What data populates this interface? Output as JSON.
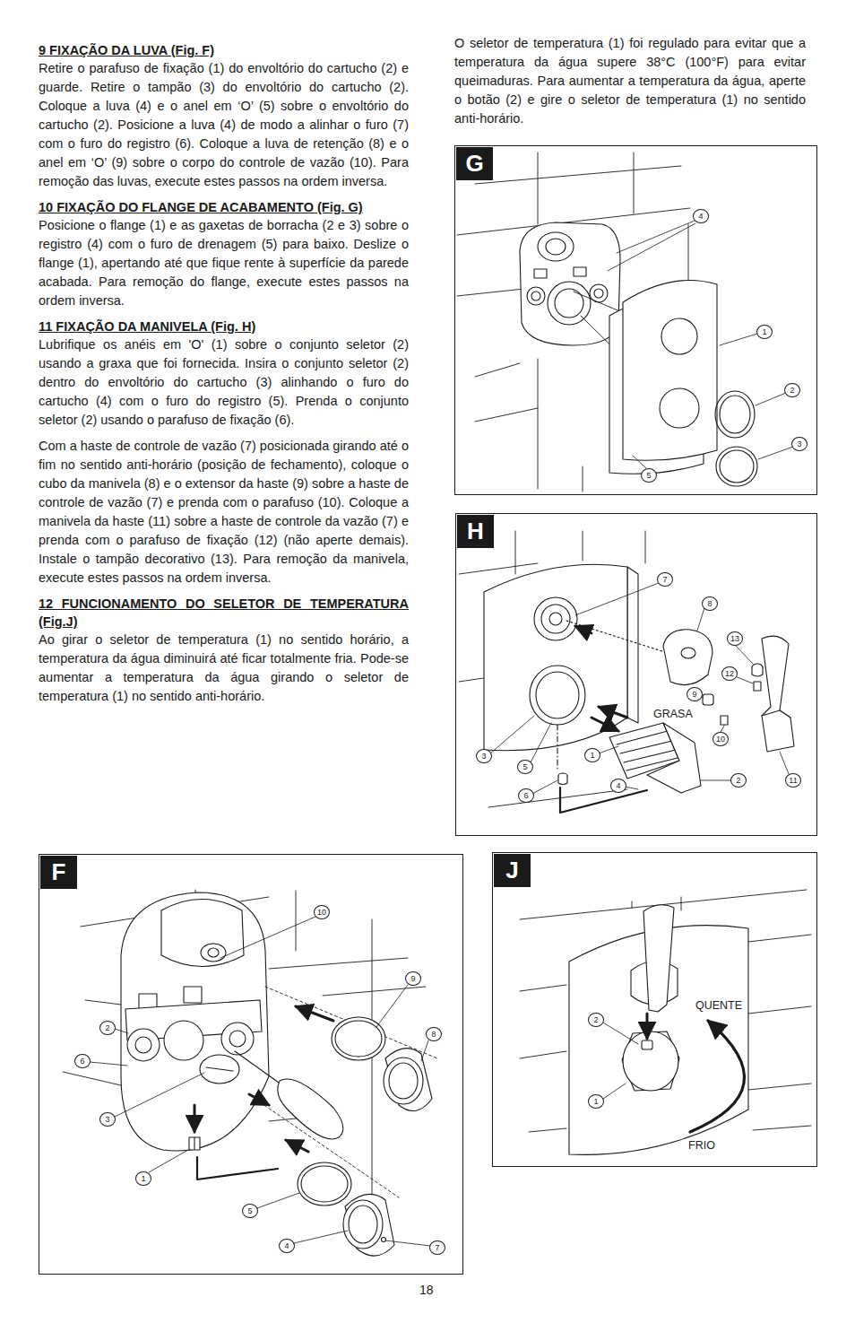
{
  "diagram": {
    "nodes": [
      {
        "text": [
          "G"
        ]
      },
      {
        "text": [
          "H"
        ]
      },
      {
        "text": [
          "F"
        ]
      },
      {
        "text": [
          "J"
        ]
      }
    ],
    "labels": [
      "9 FIXAÇÃO DA LUVA (Fig. F)",
      "Retire o parafuso de fixação (1) do envoltório do cartucho (2) e guarde. Retire o tampão (3) do envoltório do cartucho (2). Coloque a luva (4) e o anel em ‘O’ (5) sobre o envoltório do cartucho (2). Posicione a luva (4) de modo a alinhar o furo (7) com o furo do registro (6). Coloque a luva de retenção (8) e o anel em ‘O’ (9) sobre o corpo do controle de vazão (10). Para remoção das luvas, execute estes passos na ordem inversa.",
      "10 FIXAÇÃO DO FLANGE DE ACABAMENTO (Fig. G)",
      "Posicione o flange (1) e as gaxetas de borracha (2 e 3) sobre o registro (4) com o furo de drenagem (5) para baixo. Deslize o flange (1), apertando até que fique rente à superfície da parede acabada. Para remoção do flange, execute estes passos na ordem inversa.",
      "11 FIXAÇÃO DA MANIVELA (Fig. H)",
      "Lubrifique os anéis em 'O' (1) sobre o conjunto seletor (2) usando a graxa que foi fornecida. Insira o conjunto seletor (2) dentro do envoltório do cartucho (3) alinhando o furo do cartucho (4) com o furo do registro (5). Prenda o conjunto seletor (2) usando o parafuso de fixação (6).",
      "Com a haste de controle de vazão (7) posicionada girando até o fim no sentido anti-horário (posição de fechamento), coloque o cubo da manivela (8) e o extensor da haste (9) sobre a haste de controle de vazão (7) e prenda com o parafuso (10). Coloque a manivela da haste (11) sobre a haste de controle da vazão (7) e prenda com o parafuso de fixação (12) (não aperte demais). Instale o tampão decorativo (13). Para remoção da manivela, execute estes passos na ordem inversa.",
      "12 FUNCIONAMENTO DO SELETOR DE TEMPERATURA (Fig.J)",
      "Ao girar o seletor de temperatura (1) no sentido horário, a temperatura da água diminuirá até ficar totalmente fria. Pode-se aumentar a temperatura da água girando o seletor de temperatura (1) no sentido anti-horário.",
      "O seletor de temperatura (1) foi regulado para evitar que a temperatura da água supere 38°C (100°F) para evitar queimaduras. Para aumentar a temperatura da água, aperte o botão (2) e gire o seletor de temperatura (1) no sentido anti-horário.",
      "4",
      "1",
      "2",
      "3",
      "5",
      "7",
      "8",
      "13",
      "12",
      "9",
      "GRASA",
      "10",
      "3",
      "5",
      "1",
      "2",
      "4",
      "11",
      "6",
      "10",
      "9",
      "2",
      "8",
      "6",
      "3",
      "1",
      "5",
      "4",
      "7",
      "QUENTE",
      "2",
      "1",
      "FRIO",
      "18"
    ]
  }
}
